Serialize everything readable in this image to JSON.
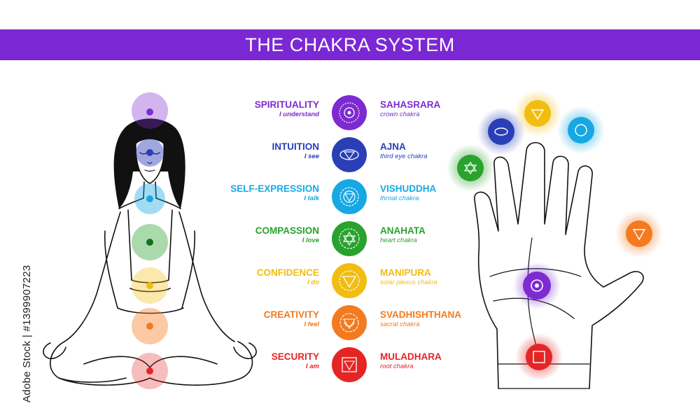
{
  "title": "THE CHAKRA SYSTEM",
  "stock_label": "Adobe Stock | #1399907223",
  "colors": {
    "banner": "#7b28d4",
    "outline": "#111111"
  },
  "chakras": [
    {
      "quality": "SPIRITUALITY",
      "mantra": "I understand",
      "name": "SAHASRARA",
      "subtitle": "crown chakra",
      "color": "#7d2bd1",
      "icon": "crown-lotus-icon"
    },
    {
      "quality": "INTUITION",
      "mantra": "I see",
      "name": "AJNA",
      "subtitle": "third eye chakra",
      "color": "#2a3fb6",
      "icon": "third-eye-icon"
    },
    {
      "quality": "SELF-EXPRESSION",
      "mantra": "I talk",
      "name": "VISHUDDHA",
      "subtitle": "throat chakra",
      "color": "#17a8e3",
      "icon": "throat-lotus-icon"
    },
    {
      "quality": "COMPASSION",
      "mantra": "I love",
      "name": "ANAHATA",
      "subtitle": "heart chakra",
      "color": "#2aa22e",
      "icon": "hexagram-lotus-icon"
    },
    {
      "quality": "CONFIDENCE",
      "mantra": "I do",
      "name": "MANIPURA",
      "subtitle": "solar plexus chakra",
      "color": "#f2bd11",
      "icon": "triangle-lotus-icon"
    },
    {
      "quality": "CREATIVITY",
      "mantra": "I feel",
      "name": "SVADHISHTHANA",
      "subtitle": "sacral chakra",
      "color": "#f47a1f",
      "icon": "crescent-lotus-icon"
    },
    {
      "quality": "SECURITY",
      "mantra": "I am",
      "name": "MULADHARA",
      "subtitle": "root chakra",
      "color": "#e52525",
      "icon": "square-lotus-icon"
    }
  ]
}
